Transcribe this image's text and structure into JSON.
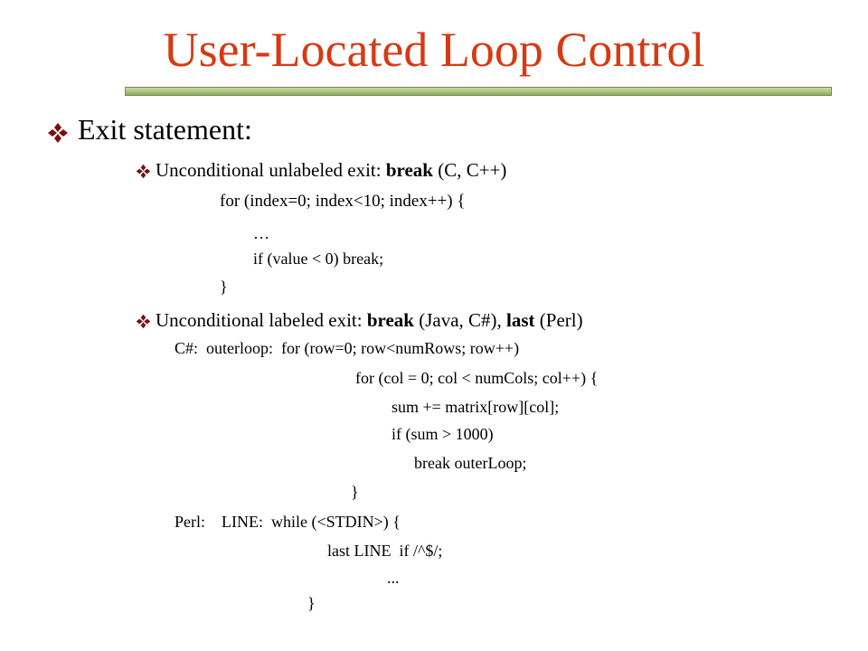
{
  "title": "User-Located Loop Control",
  "heading": "Exit statement:",
  "bullet1": {
    "prefix": "Unconditional unlabeled exit:  ",
    "keyword": "break",
    "suffix": "  (C, C++)"
  },
  "code1": [
    "for (index=0; index<10; index++) {",
    "…",
    "if (value < 0) break;",
    "}"
  ],
  "bullet2": {
    "prefix": "Unconditional labeled exit:  ",
    "keyword": "break",
    "middle": "  (Java, C#),   ",
    "keyword2": "last",
    "suffix": " (Perl)"
  },
  "code2": [
    "C#:  outerloop:  for (row=0; row<numRows; row++)",
    "for (col = 0; col < numCols; col++) {",
    "sum += matrix[row][col];",
    "if (sum > 1000)",
    "break outerLoop;",
    "}"
  ],
  "code3": [
    "Perl:    LINE:  while (<STDIN>) {",
    "last LINE  if /^$/;",
    "...",
    "}"
  ],
  "colors": {
    "title": "#d63a12",
    "bullet": "#7a1010",
    "rule": "#8aa862"
  },
  "icons": {
    "bullet": "four-diamond-bullet-icon"
  }
}
